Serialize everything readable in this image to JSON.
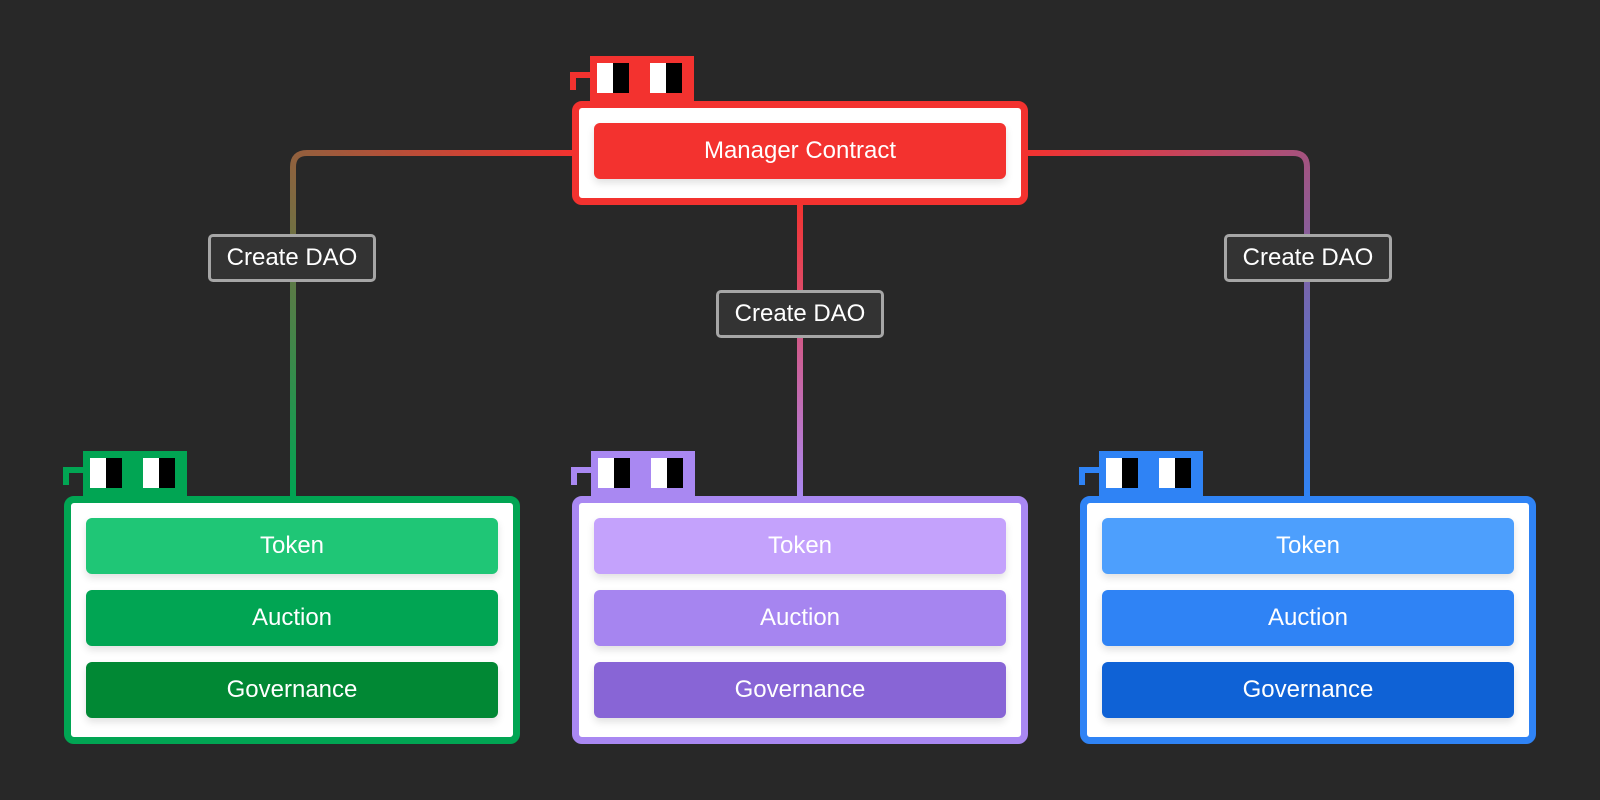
{
  "colors": {
    "background": "#282828",
    "manager": "#f3322f",
    "green_border": "#01a553",
    "green": [
      "#1fc676",
      "#01a553",
      "#018834"
    ],
    "purple_border": "#a988f2",
    "purple": [
      "#c4a2fc",
      "#a685f0",
      "#8865d6"
    ],
    "blue_border": "#2f83f5",
    "blue": [
      "#4d9ffd",
      "#2f83f5",
      "#0f62d6"
    ]
  },
  "manager": {
    "label": "Manager Contract",
    "icon": "noggles-icon"
  },
  "edges": [
    {
      "label": "Create DAO"
    },
    {
      "label": "Create DAO"
    },
    {
      "label": "Create DAO"
    }
  ],
  "daos": [
    {
      "theme": "green",
      "icon": "noggles-icon",
      "modules": [
        "Token",
        "Auction",
        "Governance"
      ]
    },
    {
      "theme": "purple",
      "icon": "noggles-icon",
      "modules": [
        "Token",
        "Auction",
        "Governance"
      ]
    },
    {
      "theme": "blue",
      "icon": "noggles-icon",
      "modules": [
        "Token",
        "Auction",
        "Governance"
      ]
    }
  ]
}
